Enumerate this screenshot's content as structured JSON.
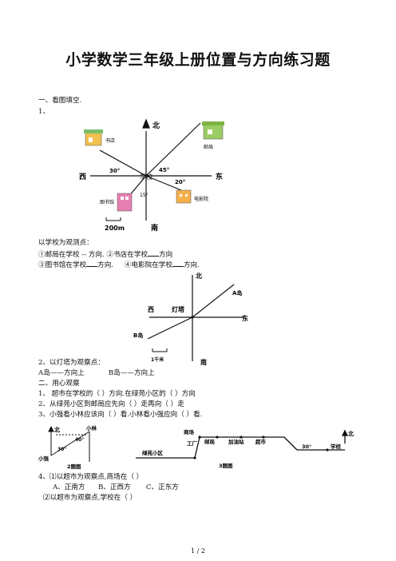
{
  "title": "小学数学三年级上册位置与方向练习题",
  "section1": {
    "heading": "一、看图填空.",
    "q1_label": "1、",
    "diagram1": {
      "north": "北",
      "south": "南",
      "east": "东",
      "west": "西",
      "center": "学校",
      "bookstore": "书店",
      "post_office": "邮局",
      "library": "图书馆",
      "cinema": "电影院",
      "angle_30": "30°",
      "angle_45": "45°",
      "angle_20": "20°",
      "angle_15": "15°",
      "scale": "200m"
    },
    "q1_lines": [
      "以学校为观测点：",
      "①邮局在学校 -- 方向.      ②书店在学校",
      "③图书馆在学校",
      "④电影院在学校"
    ],
    "direction_word": "方向",
    "direction_word_dot": "方向.",
    "diagram2": {
      "north": "北",
      "south": "南",
      "east": "东",
      "west": "西",
      "center": "灯塔",
      "island_a": "A岛",
      "island_b": "B岛",
      "scale": "1千米"
    },
    "q2_line1": "2、以灯塔为观察点：",
    "q2_line2a": "A岛——方向上",
    "q2_line2b": "B岛——方向上"
  },
  "section2": {
    "heading": "二、用心观察",
    "lines": [
      "1、   超市在学校的（       ）方向.在绿苑小区的（       ）方向",
      "2、从绿苑小区到邮局应先向（    ）走再向（    ）走",
      "3、小强看小林应该向（    ）看.小林看小强应向（    ）看."
    ],
    "fig3": {
      "north": "北",
      "xiaolin": "小林",
      "xiaoqiang": "小强",
      "angle_40": "40°",
      "angle_30": "30°",
      "caption": "2题图"
    },
    "fig4": {
      "mall": "商场",
      "post": "邮局",
      "gas": "加油站",
      "super": "超市",
      "school": "学校",
      "factory": "工厂",
      "lvyuan": "绿苑小区",
      "angle_30": "30°",
      "north": "北",
      "caption": "3题图"
    },
    "q4_line1": "4、⑴以超市为观察点,商场在（  ）",
    "q4_options": [
      "A、正南方",
      "B、正西方",
      "C、正东方"
    ],
    "q4_line2": "⑵以超市为观察点,学校在（  ）"
  },
  "footer": "1 / 2"
}
